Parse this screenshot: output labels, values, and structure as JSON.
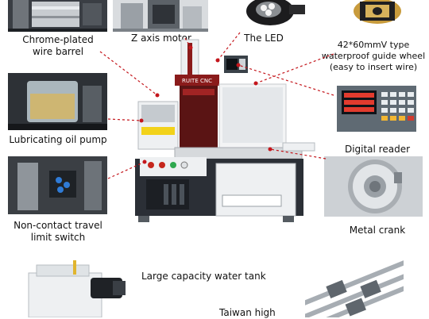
{
  "labels": {
    "chrome_barrel_line1": "Chrome-plated",
    "chrome_barrel_line2": "wire barrel",
    "z_axis_motor": "Z axis motor",
    "led": "The  LED",
    "guide_wheel_line1": "42*60mmV type",
    "guide_wheel_line2": "waterproof guide wheel",
    "guide_wheel_line3": "(easy to insert wire)",
    "oil_pump": "Lubricating oil pump",
    "digital_reader": "Digital reader",
    "limit_switch_line1": "Non-contact travel",
    "limit_switch_line2": "limit switch",
    "metal_crank": "Metal crank",
    "water_tank": "Large capacity water tank",
    "taiwan": "Taiwan high"
  },
  "machine": {
    "brand_plate": "RUITE CNC"
  },
  "colors": {
    "leader_red": "#c4161c",
    "machine_white": "#eef0f2",
    "machine_dark": "#2b2f36",
    "machine_red": "#8a1b1b"
  }
}
